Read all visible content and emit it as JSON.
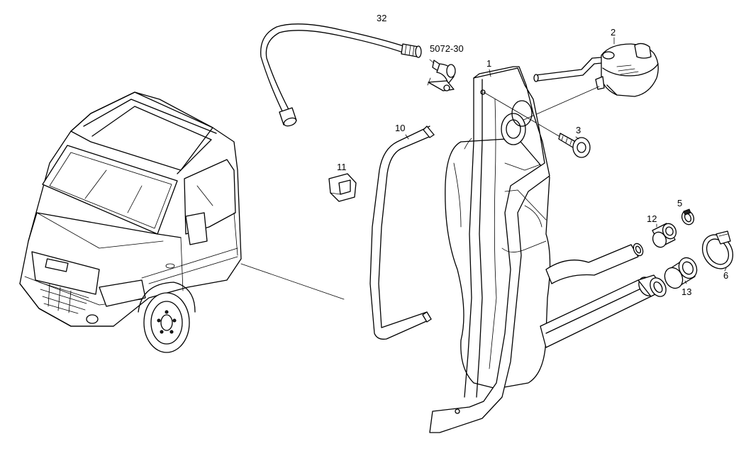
{
  "labels": {
    "l32": "32",
    "l5072": "5072-30",
    "l2": "2",
    "l1": "1",
    "l3": "3",
    "l10": "10",
    "l11": "11",
    "l5": "5",
    "l12": "12",
    "l6": "6",
    "l13": "13"
  }
}
